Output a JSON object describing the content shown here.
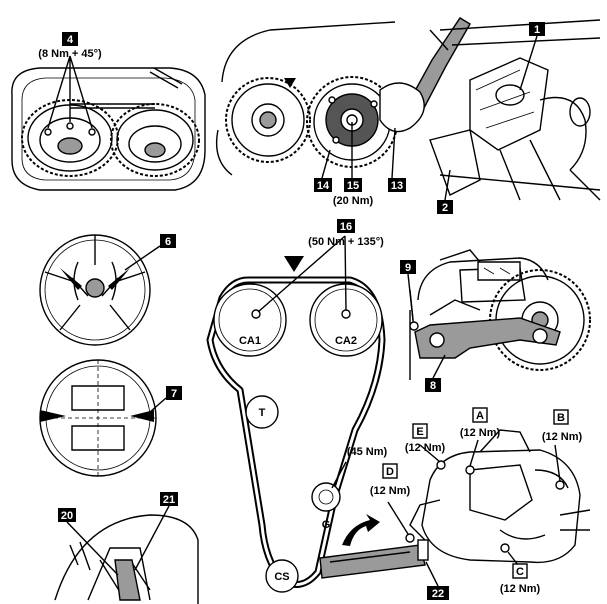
{
  "callouts": {
    "c1": "1",
    "c2": "2",
    "c4": "4",
    "c6": "6",
    "c7": "7",
    "c8": "8",
    "c9": "9",
    "c13": "13",
    "c14": "14",
    "c15": "15",
    "c16": "16",
    "c20": "20",
    "c21": "21",
    "c22": "22"
  },
  "torques": {
    "t4": "(8 Nm + 45°)",
    "t15": "(20 Nm)",
    "t16": "(50 Nm + 135°)",
    "t_g": "(45 Nm)",
    "tA": "(12 Nm)",
    "tB": "(12 Nm)",
    "tC": "(12 Nm)",
    "tD": "(12 Nm)",
    "tE": "(12 Nm)"
  },
  "letters": {
    "A": "A",
    "B": "B",
    "C": "C",
    "D": "D",
    "E": "E"
  },
  "pulleys": {
    "ca1": "CA1",
    "ca2": "CA2",
    "t": "T",
    "g": "G",
    "cs": "CS"
  }
}
